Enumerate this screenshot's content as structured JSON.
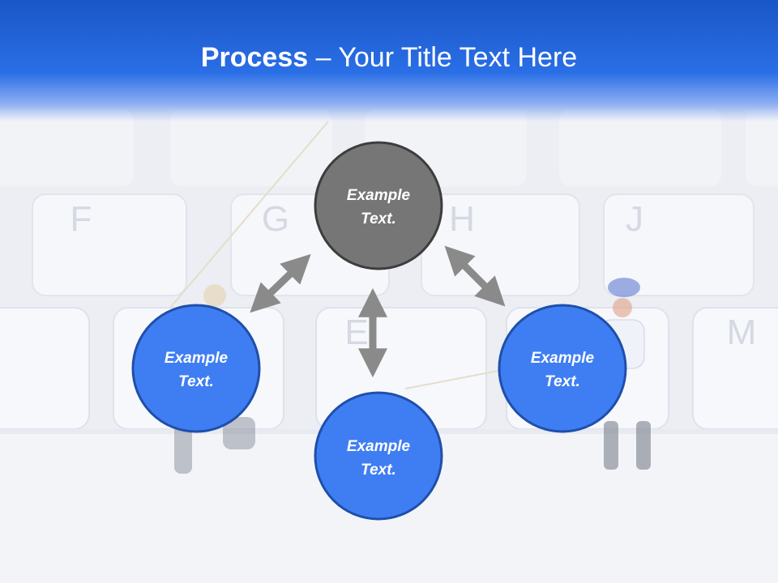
{
  "title": {
    "bold": "Process",
    "rest": " – Your Title Text Here"
  },
  "nodes": [
    {
      "id": "top",
      "line1": "Example",
      "line2": "Text.",
      "fill": "#767676",
      "stroke": "#3d3d3d"
    },
    {
      "id": "left",
      "line1": "Example",
      "line2": "Text.",
      "fill": "#3f7ef2",
      "stroke": "#1f4faa"
    },
    {
      "id": "bottom",
      "line1": "Example",
      "line2": "Text.",
      "fill": "#3f7ef2",
      "stroke": "#1f4faa"
    },
    {
      "id": "right",
      "line1": "Example",
      "line2": "Text.",
      "fill": "#3f7ef2",
      "stroke": "#1f4faa"
    }
  ],
  "colors": {
    "header": "#1a56c7",
    "arrow": "#8a8a8a",
    "keys": "#f4f5f8"
  },
  "background": {
    "key_letters": [
      "F",
      "G",
      "H",
      "J",
      "E",
      "M"
    ]
  }
}
